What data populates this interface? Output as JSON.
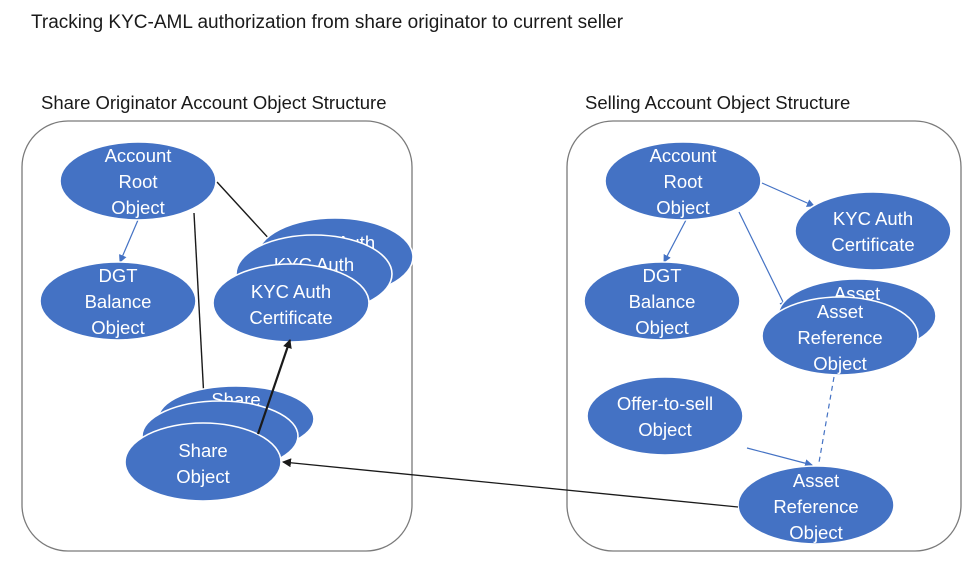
{
  "title": "Tracking KYC-AML authorization from share originator to current seller",
  "colors": {
    "node_fill": "#4472c4",
    "node_text": "#ffffff",
    "arrow_blue": "#4472c4",
    "arrow_dark": "#1a1a1a",
    "panel_border": "#7a7a7a"
  },
  "left_panel": {
    "title": "Share Originator Account Object Structure",
    "account_root": [
      "Account",
      "Root",
      "Object"
    ],
    "dgt_balance": [
      "DGT",
      "Balance",
      "Object"
    ],
    "kyc_back2": [
      "KYC Auth"
    ],
    "kyc_back1": [
      "KYC Auth"
    ],
    "kyc_front": [
      "KYC Auth",
      "Certificate"
    ],
    "share_back": [
      "Share"
    ],
    "share_front": [
      "Share",
      "Object"
    ]
  },
  "right_panel": {
    "title": "Selling Account Object Structure",
    "account_root": [
      "Account",
      "Root",
      "Object"
    ],
    "kyc_cert": [
      "KYC Auth",
      "Certificate"
    ],
    "dgt_balance": [
      "DGT",
      "Balance",
      "Object"
    ],
    "asset_back": [
      "Asset"
    ],
    "asset_front": [
      "Asset",
      "Reference",
      "Object"
    ],
    "offer": [
      "Offer-to-sell",
      "Object"
    ],
    "asset_bottom": [
      "Asset",
      "Reference",
      "Object"
    ]
  }
}
